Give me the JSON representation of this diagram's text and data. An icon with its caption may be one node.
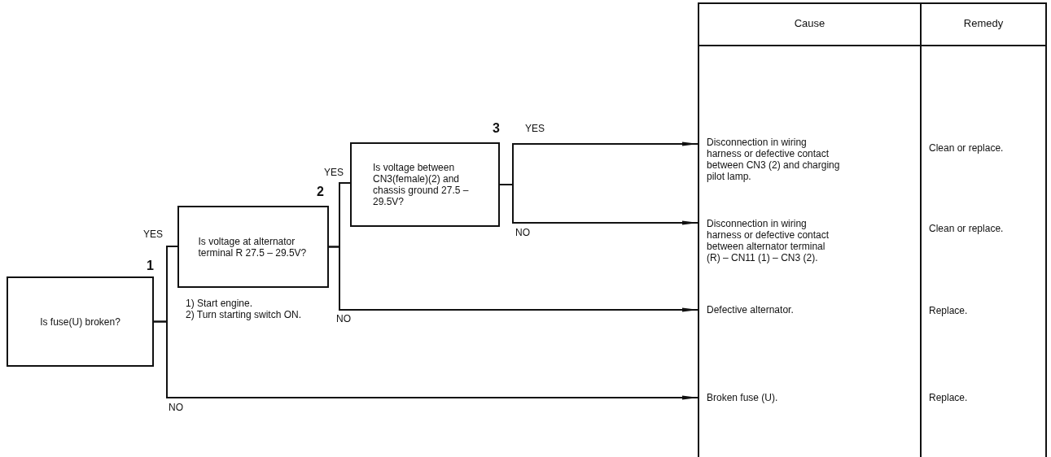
{
  "diagram": {
    "nodes": [
      {
        "text": [
          "Is fuse(U) broken?"
        ],
        "beside": [
          "1"
        ]
      },
      {
        "text": [
          "Is voltage at alternator terminal R 27.5 – 29.5V?"
        ],
        "beside": [
          "2",
          "1) Start engine.",
          "2) Turn starting switch ON."
        ]
      },
      {
        "text": [
          "Is voltage between CN3(female)(2) and chassis ground 27.5 – 29.5V?"
        ],
        "beside": [
          "3"
        ]
      },
      {
        "text": [
          "Disconnection in wiring harness or defective contact between CN3 (2) and charging pilot lamp."
        ]
      },
      {
        "text": [
          "Disconnection in wiring harness or defective contact between alternator terminal (R) – CN11 (1) – CN3 (2)."
        ]
      },
      {
        "text": [
          "Defective alternator."
        ]
      },
      {
        "text": [
          "Broken fuse (U)."
        ]
      }
    ],
    "edges": [
      {
        "from": 0,
        "to": 1,
        "arrow": "none",
        "label": "YES"
      },
      {
        "from": 0,
        "to": 6,
        "arrow": "to",
        "label": "NO"
      },
      {
        "from": 1,
        "to": 2,
        "arrow": "none",
        "label": "YES"
      },
      {
        "from": 1,
        "to": 5,
        "arrow": "to",
        "label": "NO"
      },
      {
        "from": 2,
        "to": 3,
        "arrow": "to",
        "label": "YES"
      },
      {
        "from": 2,
        "to": 4,
        "arrow": "to",
        "label": "NO"
      }
    ],
    "labels": [
      "Cause",
      "Remedy",
      "Clean or replace.",
      "Clean or replace.",
      "Replace.",
      "Replace."
    ]
  }
}
